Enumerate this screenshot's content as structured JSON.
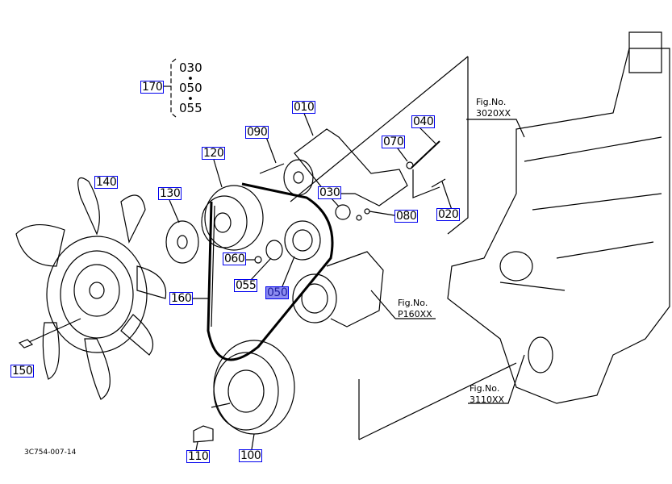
{
  "diagram_code": "3C754-007-14",
  "selected_part": "050",
  "highlight_color": "#8c8cf0",
  "callout_color": "#0000ee",
  "kit": {
    "label": "170",
    "items": [
      "030",
      "050",
      "055"
    ]
  },
  "callouts": [
    "010",
    "090",
    "120",
    "040",
    "070",
    "130",
    "140",
    "030",
    "080",
    "020",
    "060",
    "055",
    "050",
    "160",
    "150",
    "110",
    "100"
  ],
  "figure_refs": [
    {
      "line1": "Fig.No.",
      "line2": "3020XX"
    },
    {
      "line1": "Fig.No.",
      "line2": "P160XX"
    },
    {
      "line1": "Fig.No.",
      "line2": "3110XX"
    }
  ]
}
